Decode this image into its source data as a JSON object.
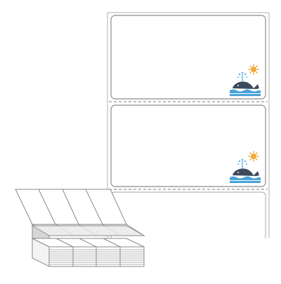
{
  "product": {
    "label_shape": "rectangle",
    "labels_visible": 2,
    "format": "fanfold",
    "fanfold_columns": 4,
    "icon": "whale-icon",
    "accent_colors": {
      "label_border": "#8a8a8a",
      "whale": "#3d4a5c",
      "water": "#4aa3d8",
      "sun": "#f2a93b",
      "spray": "#5fb4e6"
    }
  }
}
